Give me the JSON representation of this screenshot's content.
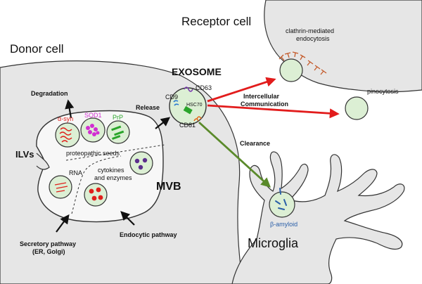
{
  "cells": {
    "donor": "Donor cell",
    "receptor": "Receptor cell",
    "microglia": "Microglia"
  },
  "mvb": {
    "label": "MVB",
    "ilvs": "ILVs",
    "proteopathic_seeds": "proteopathic seeds",
    "rna": "RNA",
    "cytokines_line1": "cytokines",
    "cytokines_line2": "and enzymes"
  },
  "cargo": {
    "alpha_syn": "α-syn",
    "sod1": "SOD1",
    "prp": "PrP"
  },
  "exosome": {
    "title": "EXOSOME",
    "markers": [
      "CD9",
      "CD63",
      "HSC70",
      "CD81"
    ]
  },
  "pathways": {
    "degradation": "Degradation",
    "release": "Release",
    "secretory_line1": "Secretory pathway",
    "secretory_line2": "(ER, Golgi)",
    "endocytic": "Endocytic pathway",
    "intercellular_line1": "Intercellular",
    "intercellular_line2": "Communication",
    "clearance": "Clearance"
  },
  "uptake": {
    "clathrin_line1": "clathrin-mediated",
    "clathrin_line2": "endocytosis",
    "pinocytosis": "pinocytosis"
  },
  "microglia_cargo": "β-amyloid",
  "colors": {
    "cell_fill": "#e6e6e6",
    "vesicle_fill": "#dcefd4",
    "red_arrow": "#e21c1c",
    "green_arrow": "#5a8a2a",
    "alpha_syn": "#e0201c",
    "sod1": "#d12fd1",
    "prp": "#2aa52a",
    "blue_text": "#2a5fa8"
  }
}
